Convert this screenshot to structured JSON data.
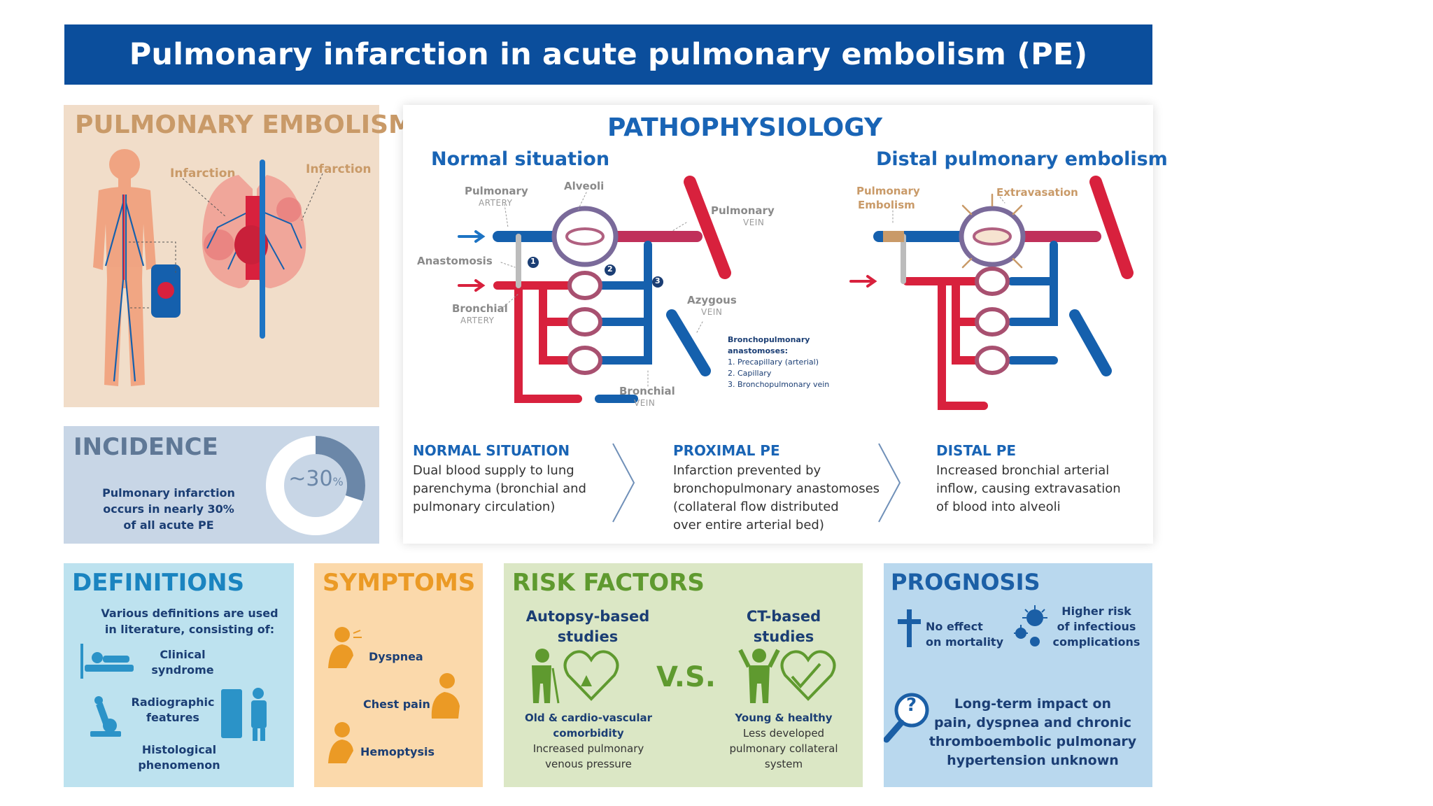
{
  "header": {
    "title": "Pulmonary infarction in acute pulmonary embolism (PE)"
  },
  "pe_panel": {
    "title": "PULMONARY EMBOLISM",
    "label_infarction_left": "Infarction",
    "label_infarction_right": "Infarction"
  },
  "incidence": {
    "title": "INCIDENCE",
    "text_line1": "Pulmonary infarction",
    "text_line2": "occurs in nearly 30%",
    "text_line3": "of all acute PE",
    "ring_value": "~30",
    "ring_unit": "%",
    "ring_fraction": 0.3
  },
  "pathophysiology": {
    "title": "PATHOPHYSIOLOGY",
    "normal_title": "Normal situation",
    "distal_title": "Distal pulmonary embolism",
    "labels": {
      "pulmonary_artery": "Pulmonary",
      "pulmonary_artery_sub": "ARTERY",
      "alveoli": "Alveoli",
      "pulmonary_vein": "Pulmonary",
      "pulmonary_vein_sub": "VEIN",
      "anastomosis": "Anastomosis",
      "bronchial_artery": "Bronchial",
      "bronchial_artery_sub": "ARTERY",
      "azygous": "Azygous",
      "azygous_sub": "VEIN",
      "bronchial_vein": "Bronchial",
      "bronchial_vein_sub": "VEIN",
      "pulmonary_embolism_1": "Pulmonary",
      "pulmonary_embolism_2": "Embolism",
      "extravasation": "Extravasation",
      "num1": "1",
      "num2": "2",
      "num3": "3"
    },
    "anastomoses_title_1": "Bronchopulmonary",
    "anastomoses_title_2": "anastomoses:",
    "anastomoses_items": [
      "1. Precapillary (arterial)",
      "2. Capillary",
      "3. Bronchopulmonary vein"
    ],
    "steps": [
      {
        "title": "NORMAL SITUATION",
        "lines": [
          "Dual blood supply to lung",
          "parenchyma (bronchial and",
          "pulmonary circulation)"
        ]
      },
      {
        "title": "PROXIMAL PE",
        "lines": [
          "Infarction prevented by",
          "bronchopulmonary anastomoses",
          "(collateral flow distributed",
          "over entire arterial bed)"
        ]
      },
      {
        "title": "DISTAL PE",
        "lines": [
          "Increased bronchial arterial",
          "inflow, causing extravasation",
          "of blood into alveoli"
        ]
      }
    ]
  },
  "definitions": {
    "title": "DEFINITIONS",
    "intro_1": "Various definitions are used",
    "intro_2": "in literature, consisting of:",
    "items": [
      {
        "line1": "Clinical",
        "line2": "syndrome"
      },
      {
        "line1": "Radiographic",
        "line2": "features"
      },
      {
        "line1": "Histological",
        "line2": "phenomenon"
      }
    ]
  },
  "symptoms": {
    "title": "SYMPTOMS",
    "items": [
      "Dyspnea",
      "Chest pain",
      "Hemoptysis"
    ]
  },
  "risk_factors": {
    "title": "RISK FACTORS",
    "left_title_1": "Autopsy-based",
    "left_title_2": "studies",
    "right_title_1": "CT-based",
    "right_title_2": "studies",
    "vs": "V.S.",
    "left_bold_1": "Old & cardio-vascular",
    "left_bold_2": "comorbidity",
    "left_text_1": "Increased pulmonary",
    "left_text_2": "venous pressure",
    "right_bold_1": "Young & healthy",
    "right_text_1": "Less developed",
    "right_text_2": "pulmonary collateral",
    "right_text_3": "system"
  },
  "prognosis": {
    "title": "PROGNOSIS",
    "item1_1": "No effect",
    "item1_2": "on mortality",
    "item2_1": "Higher risk",
    "item2_2": "of infectious",
    "item2_3": "complications",
    "long_1": "Long-term impact on",
    "long_2": "pain, dyspnea and chronic",
    "long_3": "thromboembolic pulmonary",
    "long_4": "hypertension unknown",
    "question_mark": "?"
  },
  "colors": {
    "header_bg": "#0b4e9c",
    "artery_red": "#d8213d",
    "vein_blue": "#1560ad",
    "pe_title": "#c99a68",
    "incidence_title": "#5f7896",
    "definitions_title": "#1a84c0",
    "symptoms_title": "#eb9a25",
    "risk_title": "#5f9a2f",
    "prognosis_title": "#1b5fa6"
  }
}
